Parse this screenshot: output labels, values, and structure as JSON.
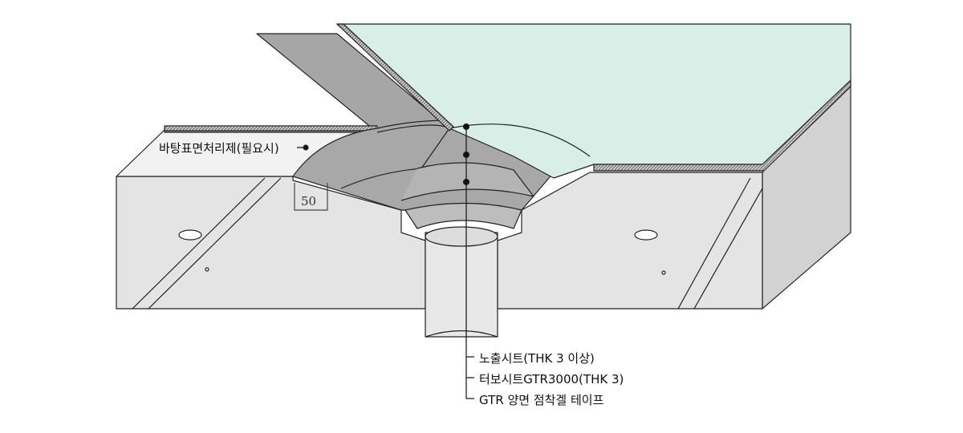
{
  "labels": {
    "primer": "바탕표면처리제(필요시)",
    "dimension": "50",
    "layer_top": "노출시트(THK 3 이상)",
    "layer_mid": "터보시트GTR3000(THK 3)",
    "layer_bottom": "GTR 양면 점착겔 테이프"
  },
  "colors": {
    "concrete": "#e4e4e4",
    "sheet_gray": "#a8a8a8",
    "sheet_green": "#d8eee6",
    "line": "#222222"
  }
}
